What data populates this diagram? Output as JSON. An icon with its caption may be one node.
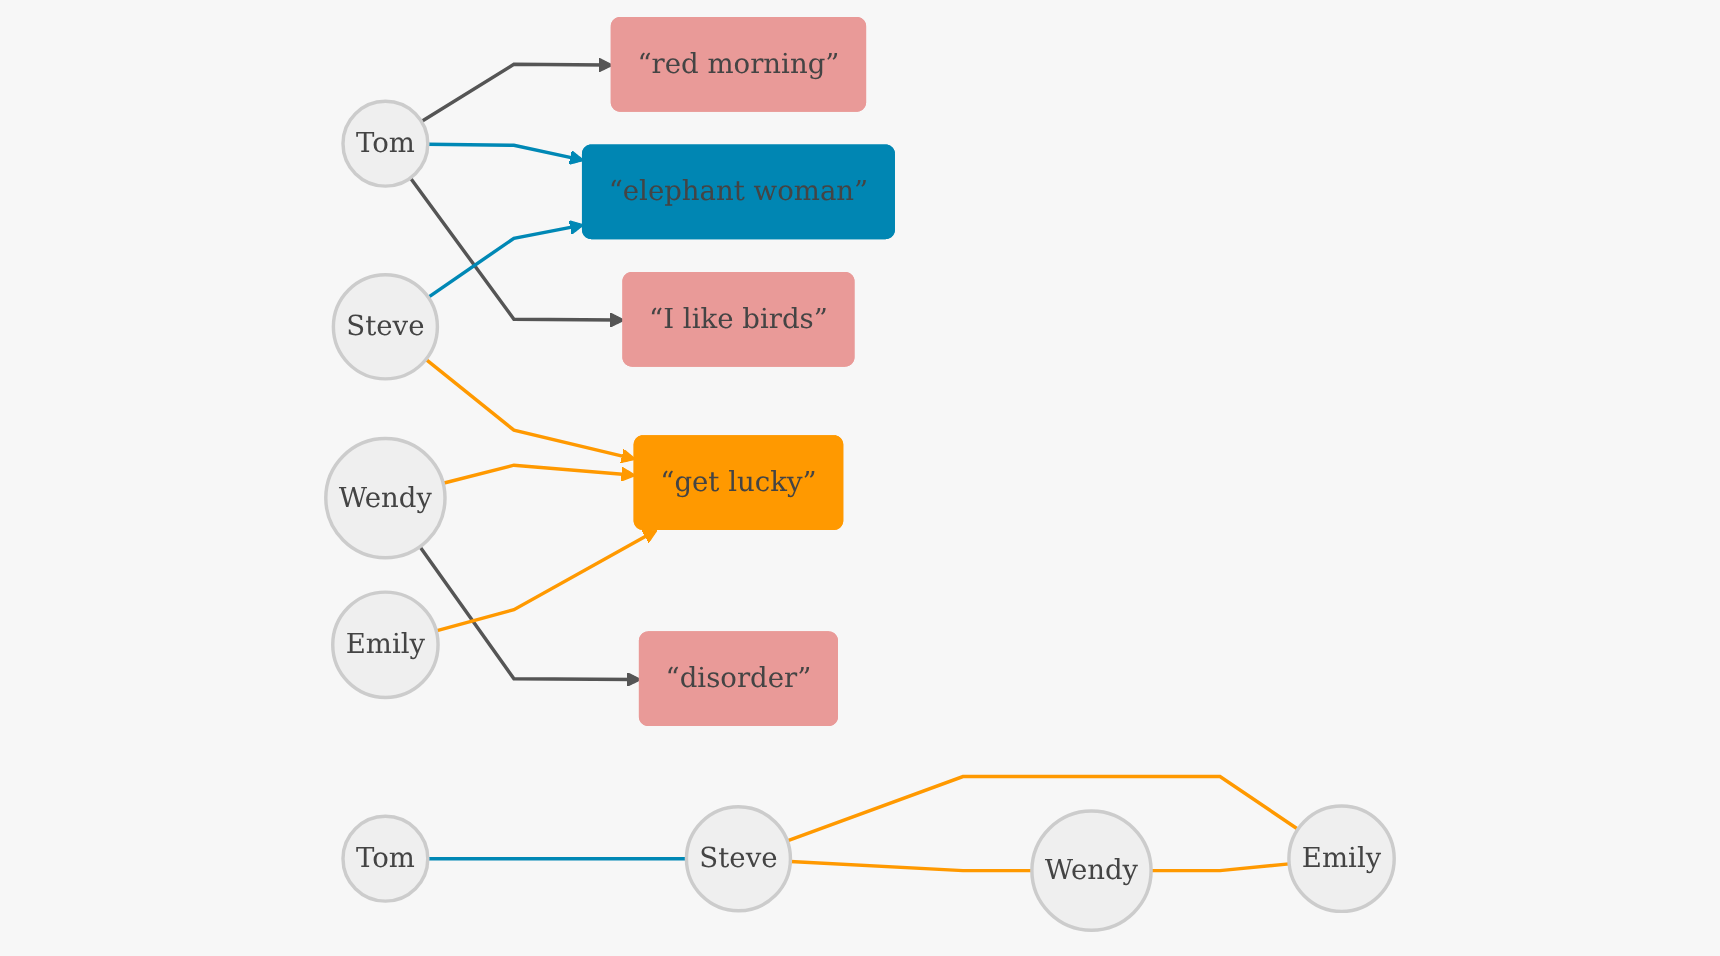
{
  "diagram": {
    "nodes": [
      {
        "text": [
          "Tom"
        ]
      },
      {
        "text": [
          "Steve"
        ]
      },
      {
        "text": [
          "Wendy"
        ]
      },
      {
        "text": [
          "Emily"
        ]
      },
      {
        "text": [
          "“red morning”"
        ]
      },
      {
        "text": [
          "“elephant woman”"
        ]
      },
      {
        "text": [
          "“I like birds”"
        ]
      },
      {
        "text": [
          "“get lucky”"
        ]
      },
      {
        "text": [
          "“disorder”"
        ]
      },
      {
        "text": [
          "Tom"
        ]
      },
      {
        "text": [
          "Steve"
        ]
      },
      {
        "text": [
          "Wendy"
        ]
      },
      {
        "text": [
          "Emily"
        ]
      }
    ],
    "edges": [
      {
        "from": 0,
        "to": 4,
        "arrow": "to",
        "color": "#555555"
      },
      {
        "from": 0,
        "to": 5,
        "arrow": "to",
        "color": "#0088b5"
      },
      {
        "from": 0,
        "to": 6,
        "arrow": "to",
        "color": "#555555"
      },
      {
        "from": 1,
        "to": 5,
        "arrow": "to",
        "color": "#0088b5"
      },
      {
        "from": 1,
        "to": 7,
        "arrow": "to",
        "color": "#ff9900"
      },
      {
        "from": 2,
        "to": 7,
        "arrow": "to",
        "color": "#ff9900"
      },
      {
        "from": 2,
        "to": 8,
        "arrow": "to",
        "color": "#555555"
      },
      {
        "from": 3,
        "to": 7,
        "arrow": "to",
        "color": "#ff9900"
      },
      {
        "from": 9,
        "to": 10,
        "arrow": "none",
        "color": "#0088b5"
      },
      {
        "from": 10,
        "to": 11,
        "arrow": "none",
        "color": "#ff9900"
      },
      {
        "from": 10,
        "to": 12,
        "arrow": "none",
        "color": "#ff9900"
      },
      {
        "from": 11,
        "to": 12,
        "arrow": "none",
        "color": "#ff9900"
      }
    ]
  }
}
